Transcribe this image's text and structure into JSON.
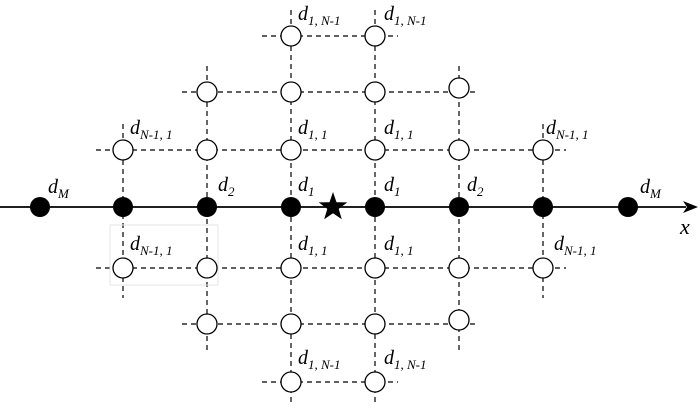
{
  "axis": {
    "label": "x"
  },
  "labels": {
    "dM_left": {
      "main": "d",
      "sub": "M"
    },
    "d2_left": {
      "main": "d",
      "sub": "2"
    },
    "d1_left": {
      "main": "d",
      "sub": "1"
    },
    "d1_right": {
      "main": "d",
      "sub": "1"
    },
    "d2_right": {
      "main": "d",
      "sub": "2"
    },
    "dM_right": {
      "main": "d",
      "sub": "M"
    },
    "top_left_1N": {
      "main": "d",
      "sub": "1, N-1"
    },
    "top_right_1N": {
      "main": "d",
      "sub": "1, N-1"
    },
    "bot_left_1N": {
      "main": "d",
      "sub": "1, N-1"
    },
    "bot_right_1N": {
      "main": "d",
      "sub": "1, N-1"
    },
    "upper_left_N1": {
      "main": "d",
      "sub": "N-1, 1"
    },
    "upper_right_N1": {
      "main": "d",
      "sub": "N-1, 1"
    },
    "lower_left_N1": {
      "main": "d",
      "sub": "N-1, 1"
    },
    "lower_right_N1": {
      "main": "d",
      "sub": "N-1, 1"
    },
    "upper_11_left": {
      "main": "d",
      "sub": "1, 1"
    },
    "upper_11_right": {
      "main": "d",
      "sub": "1, 1"
    },
    "lower_11_left": {
      "main": "d",
      "sub": "1, 1"
    },
    "lower_11_right": {
      "main": "d",
      "sub": "1, 1"
    }
  },
  "colors": {
    "ink": "#000000",
    "paper": "#ffffff"
  }
}
